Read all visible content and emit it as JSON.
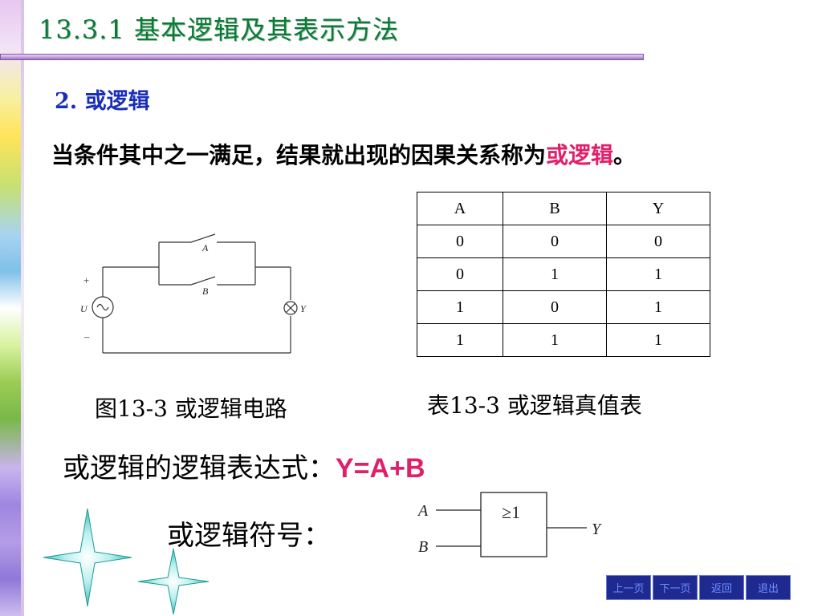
{
  "title": "13.3.1  基本逻辑及其表示方法",
  "section": "2. 或逻辑",
  "definition": {
    "prefix": "当条件其中之一满足，结果就出现的因果关系称为",
    "highlight": "或逻辑",
    "suffix": "。"
  },
  "circuit": {
    "switch_a": "A",
    "switch_b": "B",
    "plus": "+",
    "minus": "–",
    "source": "U",
    "lamp": "Y"
  },
  "truth_table": {
    "headers": [
      "A",
      "B",
      "Y"
    ],
    "rows": [
      [
        "0",
        "0",
        "0"
      ],
      [
        "0",
        "1",
        "1"
      ],
      [
        "1",
        "0",
        "1"
      ],
      [
        "1",
        "1",
        "1"
      ]
    ]
  },
  "fig_caption": "图13-3 或逻辑电路",
  "tbl_caption": "表13-3  或逻辑真值表",
  "expression": {
    "label": "或逻辑的逻辑表达式：",
    "formula": "Y=A+B"
  },
  "symbol_label": "或逻辑符号：",
  "gate": {
    "input_a": "A",
    "input_b": "B",
    "output": "Y",
    "symbol": "≥1"
  },
  "nav": {
    "prev": "上一页",
    "next": "下一页",
    "back": "返回",
    "exit": "退出"
  },
  "colors": {
    "title": "#0a7a3a",
    "section": "#1a2eb8",
    "highlight": "#e0206a",
    "nav_bg": "#1f2a90"
  }
}
